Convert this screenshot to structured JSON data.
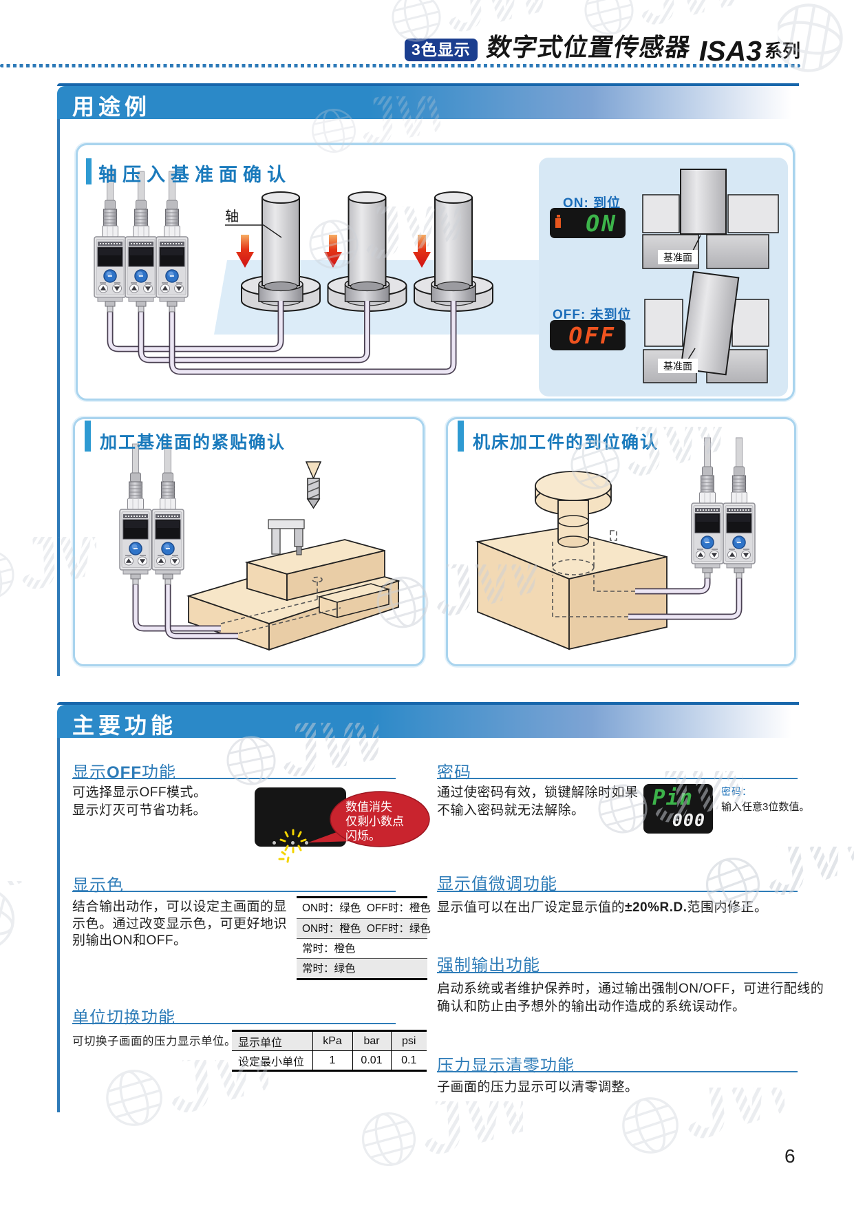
{
  "page": {
    "number": "6"
  },
  "header": {
    "badge": "3色显示",
    "title": "数字式位置传感器",
    "model": "ISA3",
    "series": "系列"
  },
  "sections": {
    "applications": "用途例",
    "functions": "主要功能"
  },
  "panels": {
    "press": {
      "title": "轴压入基准面确认",
      "shaft_label": "轴",
      "on_label": "ON: 到位",
      "on_display": "ON",
      "off_label": "OFF: 未到位",
      "off_display": "OFF",
      "datum_label_on": "基准面",
      "datum_label_off": "基准面"
    },
    "machining": {
      "title": "加工基准面的紧贴确认"
    },
    "arrival": {
      "title": "机床加工件的到位确认"
    }
  },
  "features": {
    "display_off": {
      "heading_pre": "显示",
      "heading_latin": "OFF",
      "heading_post": "功能",
      "body1": "可选择显示OFF模式。",
      "body2": "显示灯灭可节省功耗。",
      "balloon1": "数值消失",
      "balloon2": "仅剩小数点",
      "balloon3": "闪烁。"
    },
    "password": {
      "heading": "密码",
      "body1": "通过使密码有效，锁键解除时如果",
      "body2": "不输入密码就无法解除。",
      "display_top": "Pin",
      "display_bottom": "000",
      "caption_label": "密码：",
      "caption_body": "输入任意3位数值。"
    },
    "display_color": {
      "heading": "显示色",
      "body": [
        "结合输出动作，可以设定主画面的显",
        "示色。通过改变显示色，可更好地识",
        "别输出ON和OFF。"
      ],
      "table": [
        "ON时：绿色  OFF时：橙色",
        "ON时：橙色  OFF时：绿色",
        "常时：橙色",
        "常时：绿色"
      ]
    },
    "fine_tune": {
      "heading": "显示值微调功能",
      "body_pre": "显示值可以在出厂设定显示值的",
      "body_em": "±20%R.D.",
      "body_post": "范围内修正。"
    },
    "unit_switch": {
      "heading": "单位切换功能",
      "body": "可切换子画面的压力显示单位。",
      "table": {
        "header": [
          "显示单位",
          "kPa",
          "bar",
          "psi"
        ],
        "row": [
          "设定最小单位",
          "1",
          "0.01",
          "0.1"
        ]
      }
    },
    "forced_output": {
      "heading": "强制输出功能",
      "body1": "启动系统或者维护保养时，通过输出强制ON/OFF，可进行配线的",
      "body2": "确认和防止由予想外的输出动作造成的系统误动作。"
    },
    "zero_clear": {
      "heading": "压力显示清零功能",
      "body": "子画面的压力显示可以清零调整。"
    }
  },
  "colors": {
    "bar_blue": "#2b89c8",
    "bar_topline": "#1766ab",
    "heading_blue": "#2e7cb8",
    "badge_navy": "#1b3e8f",
    "panel_border": "#a9d4ee",
    "inner_box": "#d7e8f5",
    "lcd_green": "#3cb44a",
    "lcd_orange": "#ef531f",
    "balloon_red": "#c9242e",
    "arrow_red": "#d81f1f",
    "workpiece_beige": "#f6e3c4",
    "platform_blue": "#dcecf8"
  }
}
